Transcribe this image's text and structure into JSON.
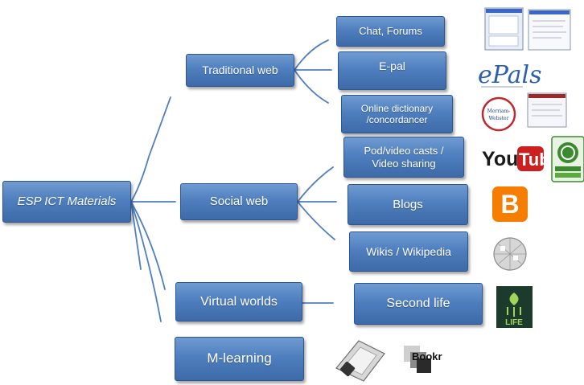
{
  "nodes": {
    "root": "ESP ICT Materials",
    "traditional_web": "Traditional web",
    "social_web": "Social web",
    "virtual_worlds": "Virtual worlds",
    "m_learning": "M-learning",
    "chat_forums": "Chat, Forums",
    "e_pal": "E-pal",
    "online_dictionary": "Online dictionary /concordancer",
    "pod_video": "Pod/video casts / Video sharing",
    "blogs": "Blogs",
    "wikis": "Wikis / Wikipedia",
    "second_life": "Second life"
  },
  "logos": {
    "epals": "ePals",
    "merriam_webster": "Merriam-Webster",
    "youtube_you": "You",
    "youtube_tube": "Tube",
    "blogger": "B",
    "bookr": "Bookr",
    "second_life": "LIFE"
  },
  "colors": {
    "box_fill": "#4f81bd",
    "box_border": "#2e5590",
    "connector": "#4f7fbf",
    "youtube_red": "#cc1f1f",
    "blogger_orange": "#f57d00",
    "podnova_green": "#3c8a2e"
  },
  "icons": [
    "screenshot-thumbnail",
    "epals-logo",
    "merriam-webster-logo",
    "youtube-logo",
    "podnova-logo",
    "blogger-logo",
    "wikipedia-globe-logo",
    "second-life-logo",
    "ebook-reader-icon",
    "bookr-logo"
  ]
}
